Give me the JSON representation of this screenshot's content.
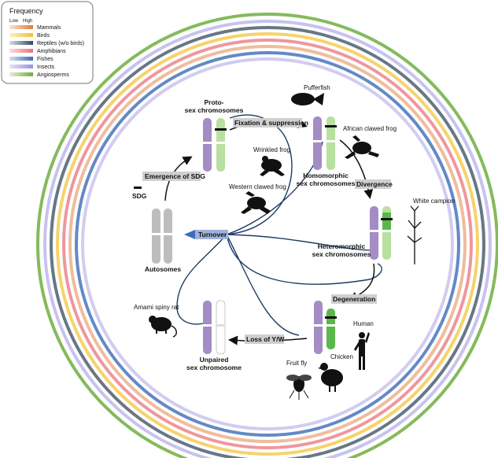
{
  "legend": {
    "title": "Frequency",
    "low": "Low",
    "high": "High",
    "items": [
      {
        "label": "Mammals",
        "color": "#e07b39"
      },
      {
        "label": "Birds",
        "color": "#f2c12e"
      },
      {
        "label": "Reptiles (w/o birds)",
        "color": "#34495e"
      },
      {
        "label": "Amphibians",
        "color": "#e8747c"
      },
      {
        "label": "Fishes",
        "color": "#3c6bb8"
      },
      {
        "label": "Insects",
        "color": "#9a8fe0"
      },
      {
        "label": "Angiosperms",
        "color": "#6fae3f"
      }
    ]
  },
  "stages": {
    "proto": "Proto-",
    "proto2": "sex chromosomes",
    "homo": "Homomorphic",
    "homo2": "sex chromosomes",
    "hetero": "Heteromorphic",
    "hetero2": "sex chromosomes",
    "unpaired": "Unpaired",
    "unpaired2": "sex chromosome",
    "autosomes": "Autosomes",
    "sdg": "SDG"
  },
  "processes": {
    "fixation": "Fixation & suppression",
    "emergence": "Emergence of SDG",
    "divergence": "Divergence",
    "degeneration": "Degeneration",
    "loss": "Loss of Y/W",
    "turnover": "Turnover"
  },
  "organisms": {
    "pufferfish": "Pufferfish",
    "african_frog": "African clawed frog",
    "wrinkled_frog": "Wrinkled frog",
    "western_frog": "Western clawed frog",
    "white_campion": "White campion",
    "human": "Human",
    "chicken": "Chicken",
    "fruit_fly": "Fruit fly",
    "spiny_rat": "Amami spiny rat"
  },
  "colors": {
    "purple": "#a48cc4",
    "green": "#b8e0a0",
    "dark_green": "#5ab84a",
    "grey": "#bdbdbd",
    "arrow": "#1f3b66",
    "turnover_box": "#9fb3d9"
  }
}
